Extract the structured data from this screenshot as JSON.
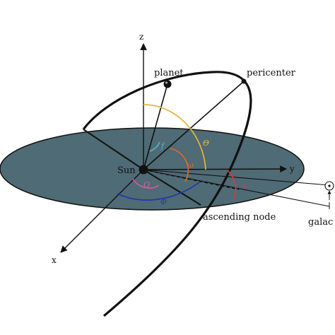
{
  "labels": {
    "z_axis": "z",
    "y_axis": "y",
    "x_axis": "x",
    "sun": "Sun",
    "planet": "planet",
    "pericenter": "pericenter",
    "ascending_node": "ascending node",
    "galactic": "galac"
  },
  "angles": {
    "f": "f",
    "theta": "Θ",
    "omega": "ω",
    "Omega": "Ω",
    "phi": "Φ",
    "i": "i"
  },
  "colors": {
    "plane_fill": "#4f6b75",
    "outline": "#111111",
    "f_arc": "#4fb7c8",
    "theta_arc": "#e5b43a",
    "omega_arc": "#e2662a",
    "Omega_arc": "#d95a9a",
    "phi_arc": "#2436a8",
    "i_arc": "#d93a3a"
  }
}
